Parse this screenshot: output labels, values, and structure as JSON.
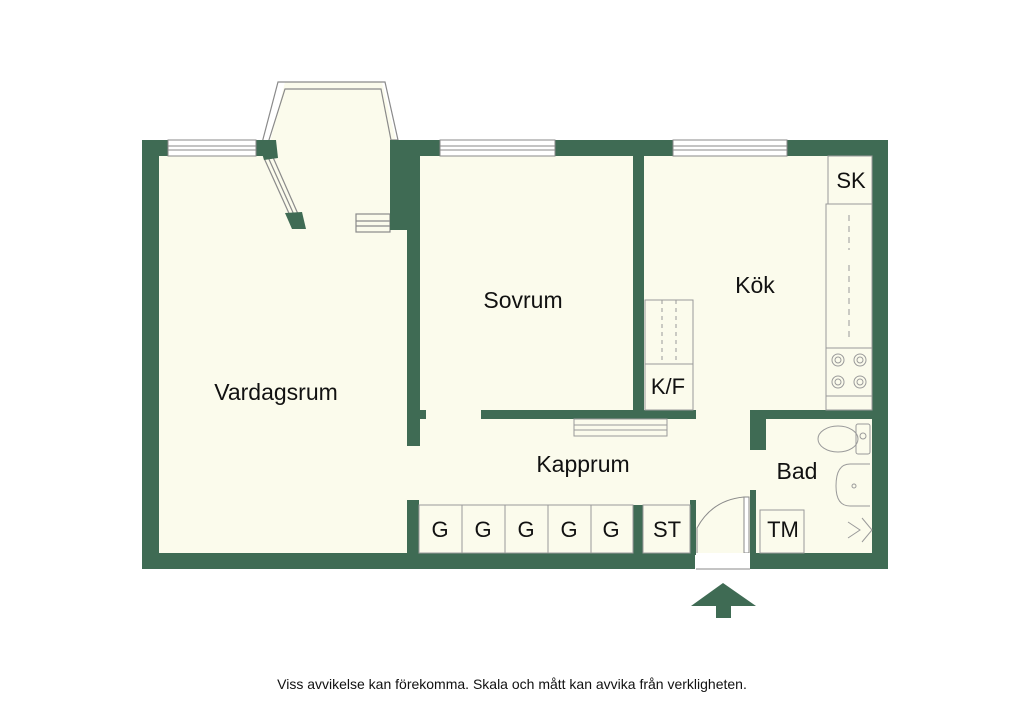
{
  "rooms": {
    "vardagsrum": "Vardagsrum",
    "sovrum": "Sovrum",
    "kok": "Kök",
    "kapprum": "Kapprum",
    "bad": "Bad"
  },
  "fixtures": {
    "sk": "SK",
    "kf": "K/F",
    "st": "ST",
    "tm": "TM",
    "wardrobes": [
      "G",
      "G",
      "G",
      "G",
      "G"
    ]
  },
  "disclaimer": "Viss avvikelse kan förekomma. Skala och mått kan avvika från verkligheten.",
  "colors": {
    "wall": "#3f6b54",
    "floor": "#fbfbec",
    "line": "#9a9a9a"
  }
}
